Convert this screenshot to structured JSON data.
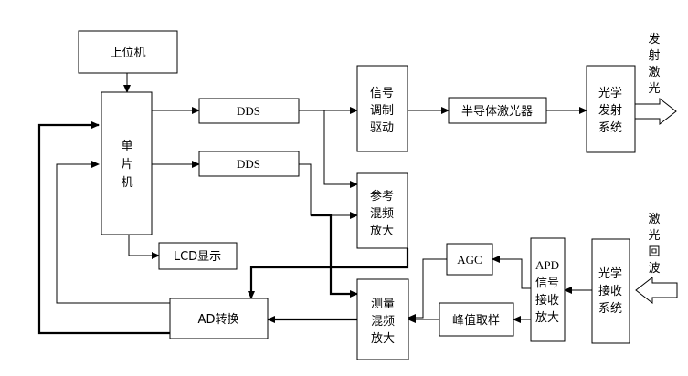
{
  "blocks": {
    "host_pc": [
      "上位机"
    ],
    "mcu": [
      "单",
      "片",
      "机"
    ],
    "dds_1": [
      "DDS"
    ],
    "dds_2": [
      "DDS"
    ],
    "lcd": [
      "LCD显示"
    ],
    "ad": [
      "AD转换"
    ],
    "modulation_driver": [
      "信号",
      "调制",
      "驱动"
    ],
    "laser": [
      "半导体激光器"
    ],
    "tx_optics": [
      "光学",
      "发射",
      "系统"
    ],
    "ref_mixer": [
      "参考",
      "混频",
      "放大"
    ],
    "meas_mixer": [
      "测量",
      "混频",
      "放大"
    ],
    "agc": [
      "AGC"
    ],
    "peak_sampler": [
      "峰值取样"
    ],
    "apd_receiver": [
      "APD",
      "信号",
      "接收",
      "放大"
    ],
    "rx_optics": [
      "光学",
      "接收",
      "系统"
    ]
  },
  "side_labels": {
    "emit": [
      "发",
      "射",
      "激",
      "光"
    ],
    "echo": [
      "激",
      "光",
      "回",
      "波"
    ]
  }
}
